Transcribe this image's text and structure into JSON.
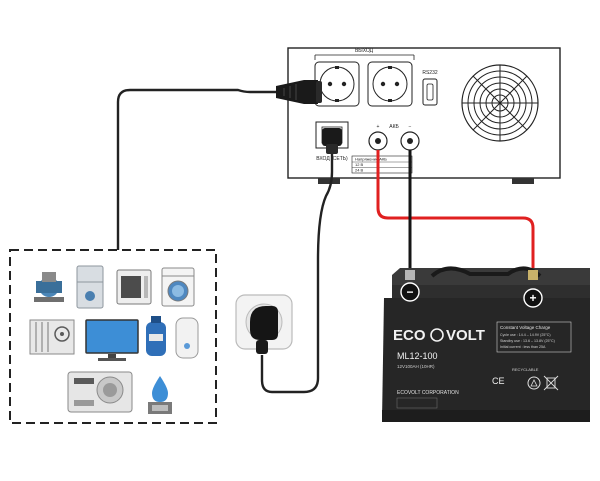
{
  "inverter": {
    "outlet_group_label": "ВЫХОД",
    "port_label": "RS232",
    "input_label": "ВХОД (СЕТЬ)",
    "battery_terminals_label": "АКБ",
    "plus_symbol": "+",
    "minus_symbol": "−",
    "spec_rows": [
      "Напряжение АКБ",
      "12 В",
      "24 В"
    ]
  },
  "battery": {
    "brand_left": "ECO",
    "brand_right": "VOLT",
    "model": "ML12-100",
    "model_sub": "12V100AH (10HR)",
    "charge_title": "Constant Voltage Charge",
    "charge_rows": [
      "Cycle use : 14.4 – 14.9V (25°C)",
      "Standby use : 13.6 – 13.8V (25°C)",
      "Initial current : less than 25A"
    ],
    "corp": "ECOVOLT CORPORATION",
    "ce_mark": "CE",
    "recycle_label": "RECYCLABLE",
    "terminal_negative": "−",
    "terminal_positive": "+"
  },
  "colors": {
    "wire_positive": "#e02020",
    "wire_negative": "#151515",
    "battery_body": "#262626",
    "inverter_outline": "#222222"
  },
  "appliances": {
    "icons": [
      "pump-icon",
      "fridge-icon",
      "microwave-icon",
      "washing-machine-icon",
      "radiator-icon",
      "tv-icon",
      "gas-boiler-icon",
      "water-heater-icon",
      "audio-system-icon",
      "water-filter-icon"
    ]
  }
}
